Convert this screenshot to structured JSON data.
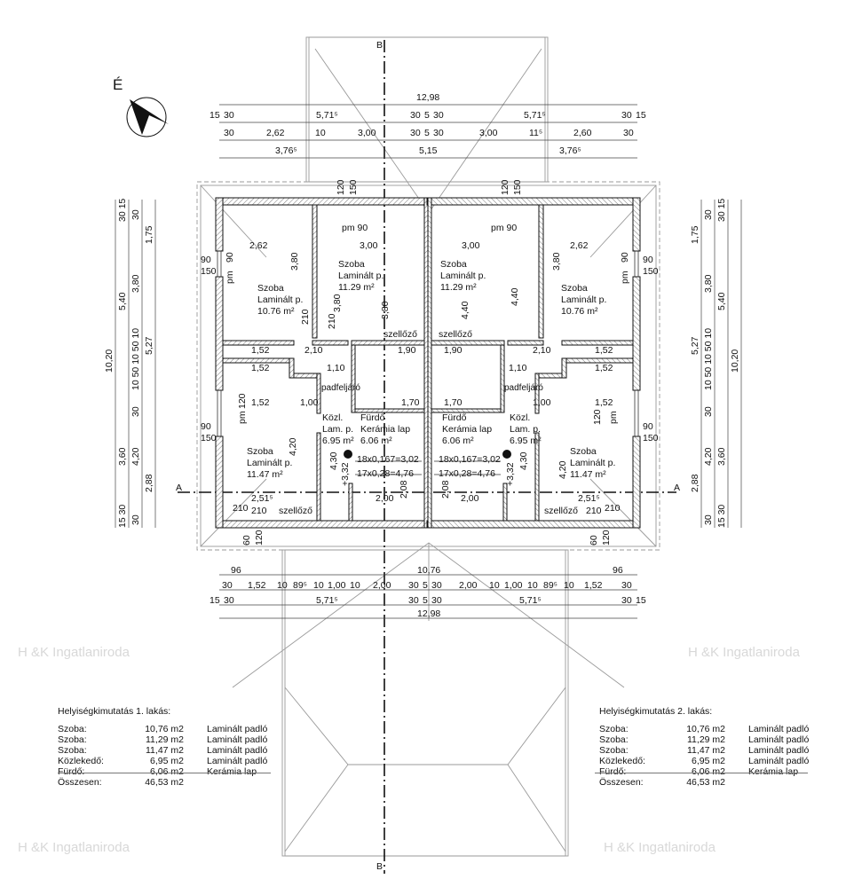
{
  "north_label": "É",
  "watermark": "H &K Ingatlaniroda",
  "section_markers": {
    "a": "A",
    "b": "B"
  },
  "dims_top": {
    "row1": [
      "12,98"
    ],
    "row2": [
      "15",
      "30",
      "5,71⁵",
      "30",
      "5",
      "30",
      "5,71⁵",
      "30",
      "15"
    ],
    "row3": [
      "30",
      "2,62",
      "10",
      "3,00",
      "30",
      "5",
      "30",
      "3,00",
      "11⁵",
      "2,60",
      "30"
    ],
    "row4": [
      "3,76⁵",
      "5,15",
      "3,76⁵"
    ]
  },
  "dims_bottom": {
    "row1": [
      "96",
      "10,76",
      "96"
    ],
    "row2": [
      "30",
      "1,52",
      "10",
      "89⁵",
      "10",
      "1,00",
      "10",
      "2,00",
      "30",
      "5",
      "30",
      "2,00",
      "10",
      "1,00",
      "10",
      "89⁵",
      "10",
      "1,52",
      "30"
    ],
    "row3": [
      "15",
      "30",
      "5,71⁵",
      "30",
      "5",
      "30",
      "5,71⁵",
      "30",
      "15"
    ],
    "row4": [
      "12,98"
    ]
  },
  "dims_left": [
    "10,20",
    "30 15",
    "5,40",
    "3,60",
    "15 30",
    "30",
    "3,80",
    "10 50 10 50 10",
    "30",
    "4,20",
    "30",
    "1,75",
    "5,27",
    "2,88"
  ],
  "dims_right": [
    "1,75",
    "5,27",
    "2,88",
    "30",
    "3,80",
    "10 50 10 50 10",
    "30",
    "4,20",
    "30",
    "30 15",
    "5,40",
    "3,60",
    "15 30",
    "10,20"
  ],
  "dims_interior": [
    "2,62",
    "3,00",
    "3,00",
    "2,62",
    "3,80",
    "3,80",
    "3,80",
    "3,80",
    "4,40",
    "4,40",
    "1,52",
    "1,52",
    "1,52",
    "1,52",
    "1,52",
    "1,52",
    "1,00",
    "1,00",
    "1,10",
    "1,10",
    "1,90",
    "1,90",
    "1,70",
    "1,70",
    "2,10",
    "2,10",
    "2,51⁵",
    "2,51⁵",
    "2,00",
    "2,00",
    "4,30",
    "4,30",
    "4,20",
    "4,20",
    "+3,32",
    "+3,32",
    "2,08",
    "2,08",
    "90",
    "150",
    "90",
    "150",
    "90",
    "150",
    "90",
    "150",
    "120",
    "150",
    "120",
    "150",
    "60",
    "120",
    "60",
    "120",
    "pm",
    "90",
    "pm",
    "90",
    "pm 90",
    "pm 90",
    "pm",
    "120",
    "pm",
    "120",
    "210",
    "210",
    "210",
    "210",
    "210",
    "210"
  ],
  "unit1": {
    "rooms": [
      {
        "name": "Szoba",
        "floor": "Laminált p.",
        "area": "10.76 m²"
      },
      {
        "name": "Szoba",
        "floor": "Laminált p.",
        "area": "11.29 m²"
      },
      {
        "name": "Közl.",
        "floor": "Lam. p.",
        "area": "6.95 m²"
      },
      {
        "name": "Fürdő",
        "floor": "Kerámia lap",
        "area": "6.06 m²"
      },
      {
        "name": "Szoba",
        "floor": "Laminált p.",
        "area": "11.47 m²"
      }
    ],
    "stairs": [
      "18x0,167=3,02",
      "17x0,28=4,76"
    ],
    "notes": [
      "szellőző",
      "szellőző",
      "padfeljáró"
    ]
  },
  "unit2": {
    "rooms": [
      {
        "name": "Szoba",
        "floor": "Laminált p.",
        "area": "11.29 m²"
      },
      {
        "name": "Szoba",
        "floor": "Laminált p.",
        "area": "10.76 m²"
      },
      {
        "name": "Fürdő",
        "floor": "Kerámia lap",
        "area": "6.06 m²"
      },
      {
        "name": "Közl.",
        "floor": "Lam. p.",
        "area": "6.95 m²"
      },
      {
        "name": "Szoba",
        "floor": "Laminált p.",
        "area": "11.47 m²"
      }
    ],
    "stairs": [
      "18x0,167=3,02",
      "17x0,28=4,76"
    ],
    "notes": [
      "szellőző",
      "szellőző",
      "padfeljáró"
    ]
  },
  "schedule1": {
    "title": "Helyiségkimutatás 1. lakás:",
    "rows": [
      [
        "Szoba:",
        "10,76 m2",
        "Laminált padló"
      ],
      [
        "Szoba:",
        "11,29 m2",
        "Laminált padló"
      ],
      [
        "Szoba:",
        "11,47 m2",
        "Laminált padló"
      ],
      [
        "Közlekedő:",
        "6,95 m2",
        "Laminált padló"
      ],
      [
        "Fürdő:",
        "6,06 m2",
        "Kerámia lap"
      ]
    ],
    "total": [
      "Összesen:",
      "46,53 m2"
    ]
  },
  "schedule2": {
    "title": "Helyiségkimutatás 2. lakás:",
    "rows": [
      [
        "Szoba:",
        "10,76 m2",
        "Laminált padló"
      ],
      [
        "Szoba:",
        "11,29 m2",
        "Laminált padló"
      ],
      [
        "Szoba:",
        "11,47 m2",
        "Laminált padló"
      ],
      [
        "Közlekedő:",
        "6,95 m2",
        "Laminált padló"
      ],
      [
        "Fürdő:",
        "6,06 m2",
        "Kerámia lap"
      ]
    ],
    "total": [
      "Összesen:",
      "46,53 m2"
    ]
  }
}
